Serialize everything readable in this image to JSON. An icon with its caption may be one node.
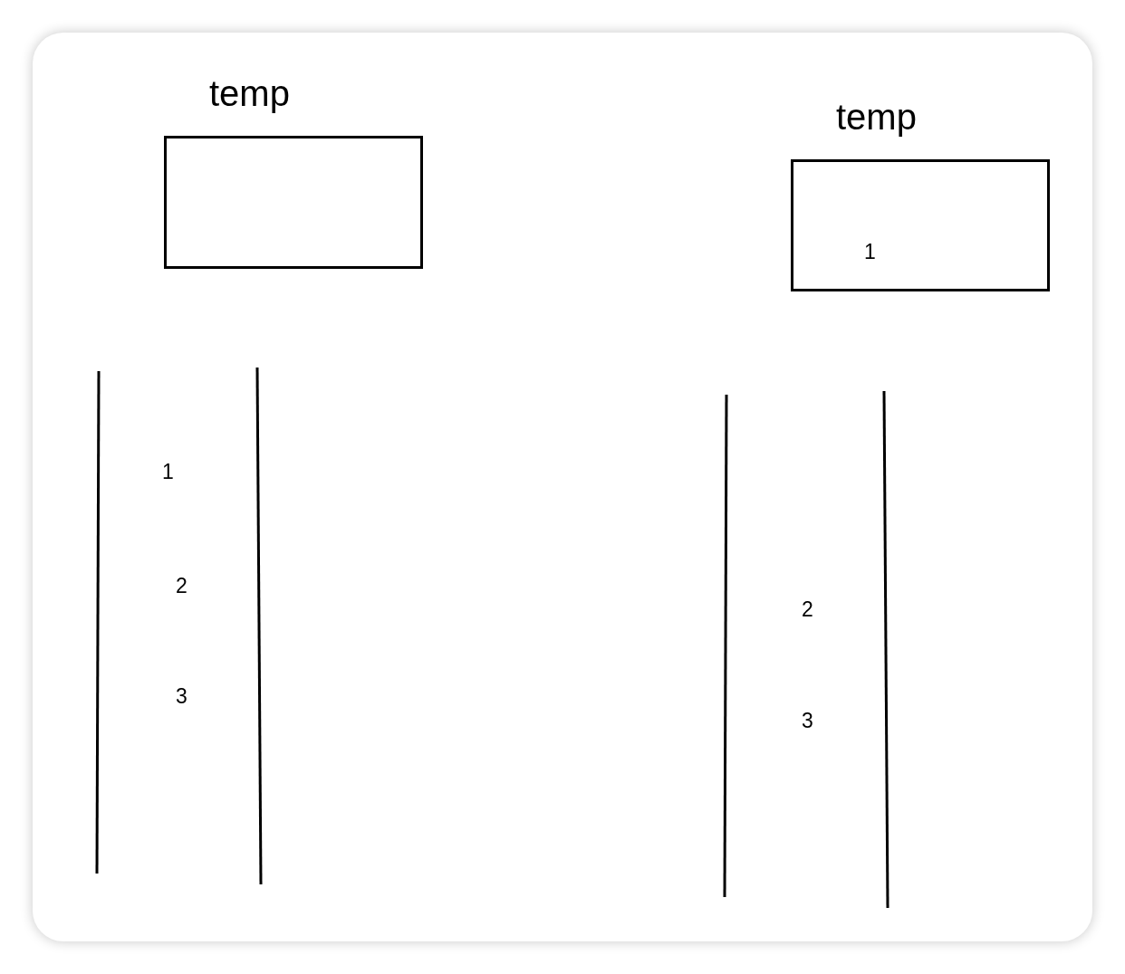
{
  "diagram": {
    "nodes": [
      {
        "text": [
          "temp"
        ]
      },
      {
        "text": [
          "temp",
          "1"
        ]
      }
    ],
    "labels": [
      "1",
      "2",
      "3",
      "2",
      "3"
    ]
  }
}
